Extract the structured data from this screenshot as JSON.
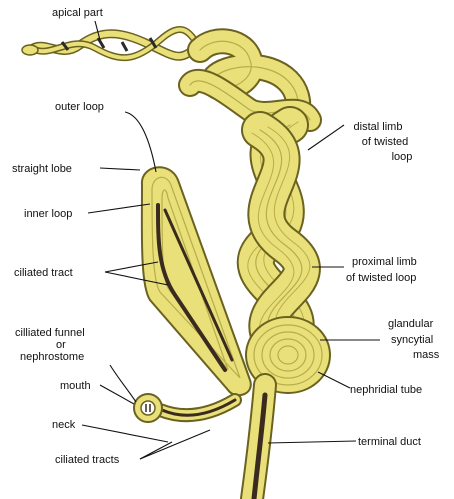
{
  "labels": {
    "apical_part": "apical part",
    "outer_loop": "outer loop",
    "straight_lobe": "straight lobe",
    "inner_loop": "inner loop",
    "ciliated_tract": "ciliated tract",
    "ciliated_funnel_1": "cilliated funnel",
    "ciliated_funnel_2": "or",
    "ciliated_funnel_3": "nephrostome",
    "mouth": "mouth",
    "neck": "neck",
    "ciliated_tracts": "ciliated tracts",
    "distal_limb_1": "distal limb",
    "distal_limb_2": "of twisted",
    "distal_limb_3": "loop",
    "proximal_limb_1": "proximal limb",
    "proximal_limb_2": "of twisted loop",
    "glandular_1": "glandular",
    "glandular_2": "syncytial",
    "glandular_3": "mass",
    "nephridial_tube": "nephridial tube",
    "terminal_duct": "terminal duct"
  },
  "colors": {
    "tube": "#e9e07a",
    "tube_edge": "#6b6220",
    "duct": "#3b2a1e"
  }
}
